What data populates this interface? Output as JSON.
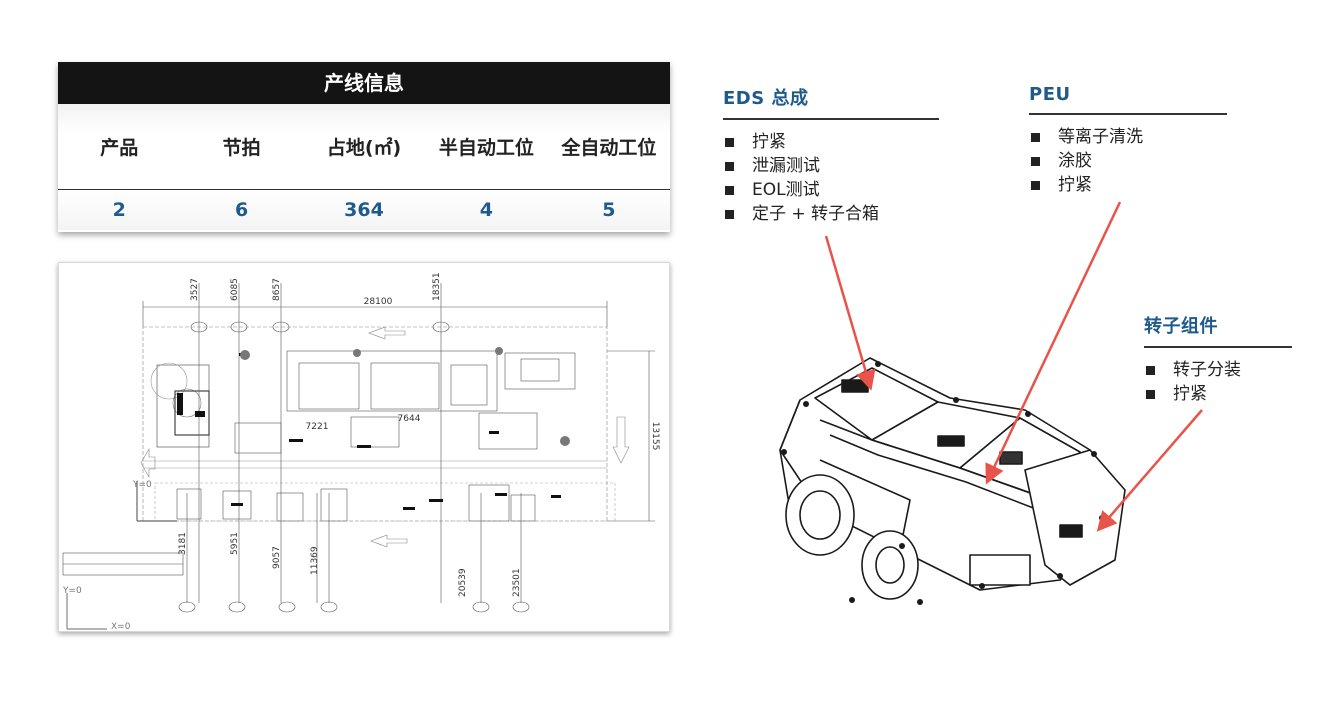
{
  "info_table": {
    "title": "产线信息",
    "headers": [
      "产品",
      "节拍",
      "占地(㎡)",
      "半自动工位",
      "全自动工位"
    ],
    "values": [
      "2",
      "6",
      "364",
      "4",
      "5"
    ]
  },
  "layout_drawing": {
    "dimensions_top": [
      "3527",
      "6085",
      "8657",
      "18351"
    ],
    "dimension_overall_width": "28100",
    "dimension_height": "13155",
    "dimension_mid_left": "7221",
    "dimension_mid_right": "7644",
    "dimensions_bottom": [
      "3181",
      "5951",
      "9057",
      "11369",
      "20539",
      "23501"
    ],
    "axis_labels": [
      "Y=0",
      "X=0"
    ]
  },
  "callouts": [
    {
      "title": "EDS 总成",
      "items": [
        "拧紧",
        "泄漏测试",
        "EOL测试",
        "定子 + 转子合箱"
      ]
    },
    {
      "title": "PEU",
      "items": [
        "等离子清洗",
        "涂胶",
        "拧紧"
      ]
    },
    {
      "title": "转子组件",
      "items": [
        "转子分装",
        "拧紧"
      ]
    }
  ],
  "colors": {
    "accent_blue": "#1f5a8c",
    "arrow_red": "#e8544a",
    "title_bar": "#141414"
  }
}
